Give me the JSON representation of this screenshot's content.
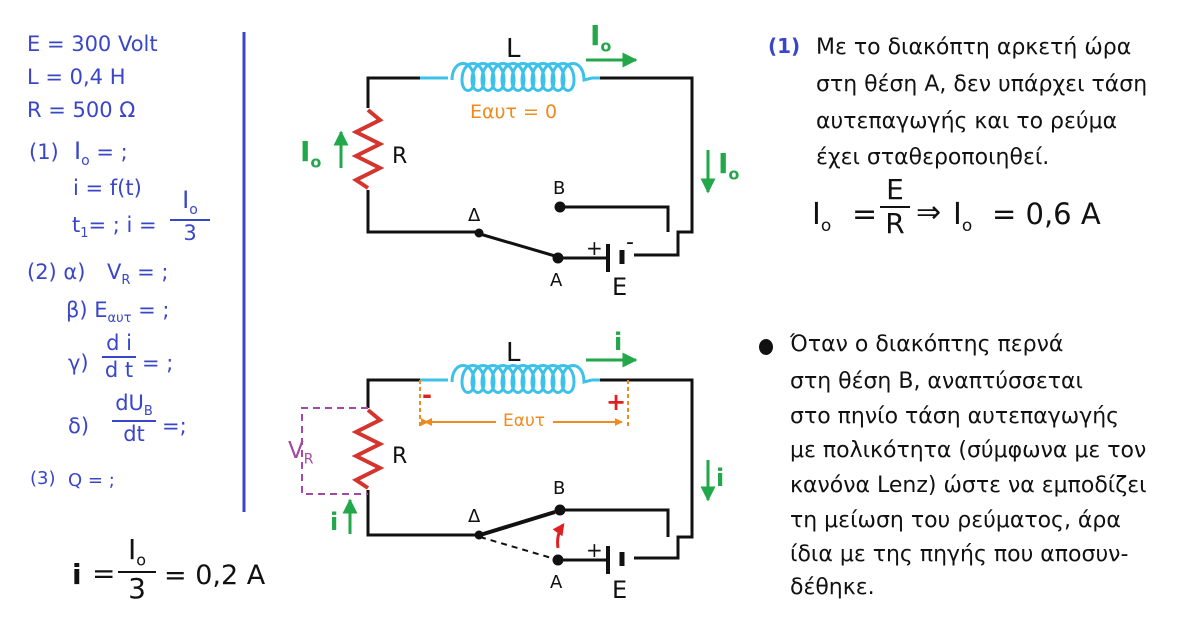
{
  "left_panel": {
    "e_line": "E = 300 Volt",
    "l_line": "L = 0,4 H",
    "r_line": "R = 500 Ω",
    "q1_label": "(1)",
    "q1_text": "I",
    "q1_sub": "o",
    "q1_tail": " = ;",
    "q1_func": "i = f(t)",
    "q1_t1": "t",
    "q1_t1_sub": "1",
    "q1_t1_tail": "= ; i =",
    "q1_frac_num": "I",
    "q1_frac_num_sub": "o",
    "q1_frac_den": "3",
    "q2_label": "(2) α)",
    "q2a_text": "V",
    "q2a_sub": "R",
    "q2a_tail": " = ;",
    "q2b_text": "β) E",
    "q2b_sub": "αυτ",
    "q2b_tail": " = ;",
    "q2c_label": "γ)",
    "q2c_num": "d i",
    "q2c_den": "d t",
    "q2c_tail": "= ;",
    "q2d_label": "δ)",
    "q2d_num": "dU",
    "q2d_num_sub": "B",
    "q2d_den": "dt",
    "q2d_tail": "=;",
    "q3_label": "(3)",
    "q3_text": "Q = ;",
    "result_i": "i",
    "result_eq": "=",
    "result_num": "I",
    "result_num_sub": "o",
    "result_den": "3",
    "result_tail": "= 0,2 A"
  },
  "circuit_top": {
    "L": "L",
    "R": "R",
    "B": "B",
    "A": "A",
    "D": "Δ",
    "E": "E",
    "plus": "+",
    "minus": "-",
    "io_top": "I",
    "io_top_sub": "o",
    "io_left": "I",
    "io_left_sub": "o",
    "io_right": "I",
    "io_right_sub": "o",
    "eaut": "Eαυτ = 0"
  },
  "circuit_bottom": {
    "L": "L",
    "R": "R",
    "B": "B",
    "A": "A",
    "D": "Δ",
    "E": "E",
    "plus": "+",
    "i_top": "i",
    "i_left": "i",
    "i_right": "i",
    "eaut": "Eαυτ",
    "vr": "V",
    "vr_sub": "R",
    "coil_minus": "-",
    "coil_plus": "+"
  },
  "right_panel": {
    "n1_label": "(1)",
    "n1_lines": [
      "Με το διακόπτη αρκετή ώρα",
      "στη θέση Α, δεν υπάρχει τάση",
      "αυτεπαγωγής και το ρεύμα",
      "έχει σταθεροποιηθεί."
    ],
    "formula_lhs": "I",
    "formula_lhs_sub": "o",
    "formula_eq": "=",
    "formula_num": "E",
    "formula_den": "R",
    "formula_arrow": "⇒",
    "formula_rhs": "I",
    "formula_rhs_sub": "o",
    "formula_tail": "= 0,6 A",
    "bullet_lines": [
      "Όταν ο διακόπτης περνά",
      "στη θέση Β, αναπτύσσεται",
      "στο πηνίο τάση αυτεπαγωγής",
      "με πολικότητα (σύμφωνα με τον",
      "κανόνα Lenz) ώστε να εμποδίζει",
      "τη μείωση του ρεύματος, άρα",
      "ίδια με της πηγής που αποσυν-",
      "δέθηκε."
    ]
  }
}
